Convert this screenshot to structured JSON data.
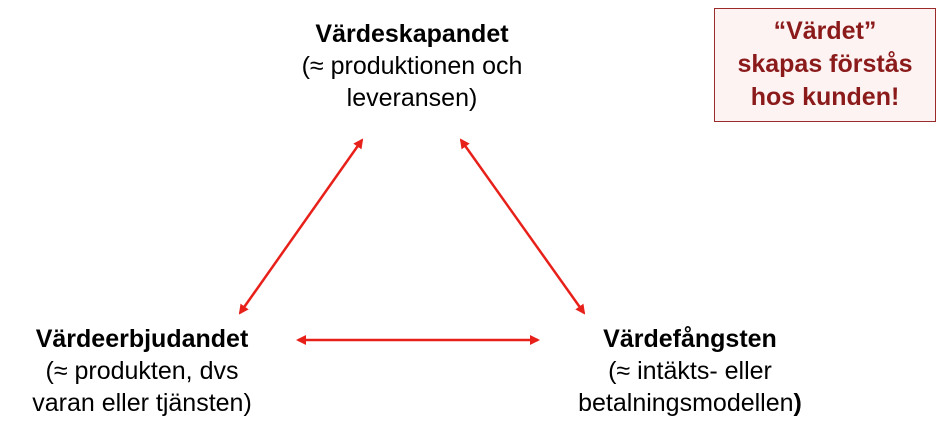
{
  "nodes": {
    "top": {
      "title": "Värdeskapandet",
      "line1": "(≈ produktionen och",
      "line2": "leveransen)"
    },
    "left": {
      "title": "Värdeerbjudandet",
      "line1": "(≈ produkten, dvs",
      "line2": "varan eller tjänsten)"
    },
    "right": {
      "title": "Värdefångsten",
      "line1": "(≈ intäkts- eller",
      "line2": "betalningsmodellen",
      "line2_paren": ")"
    }
  },
  "callout": {
    "line1": "“Värdet”",
    "line2": "skapas förstås",
    "line3": "hos kunden!"
  },
  "colors": {
    "arrow": "#e8201a",
    "callout_text": "#8b1a1a",
    "callout_border": "#9b2a2a"
  }
}
